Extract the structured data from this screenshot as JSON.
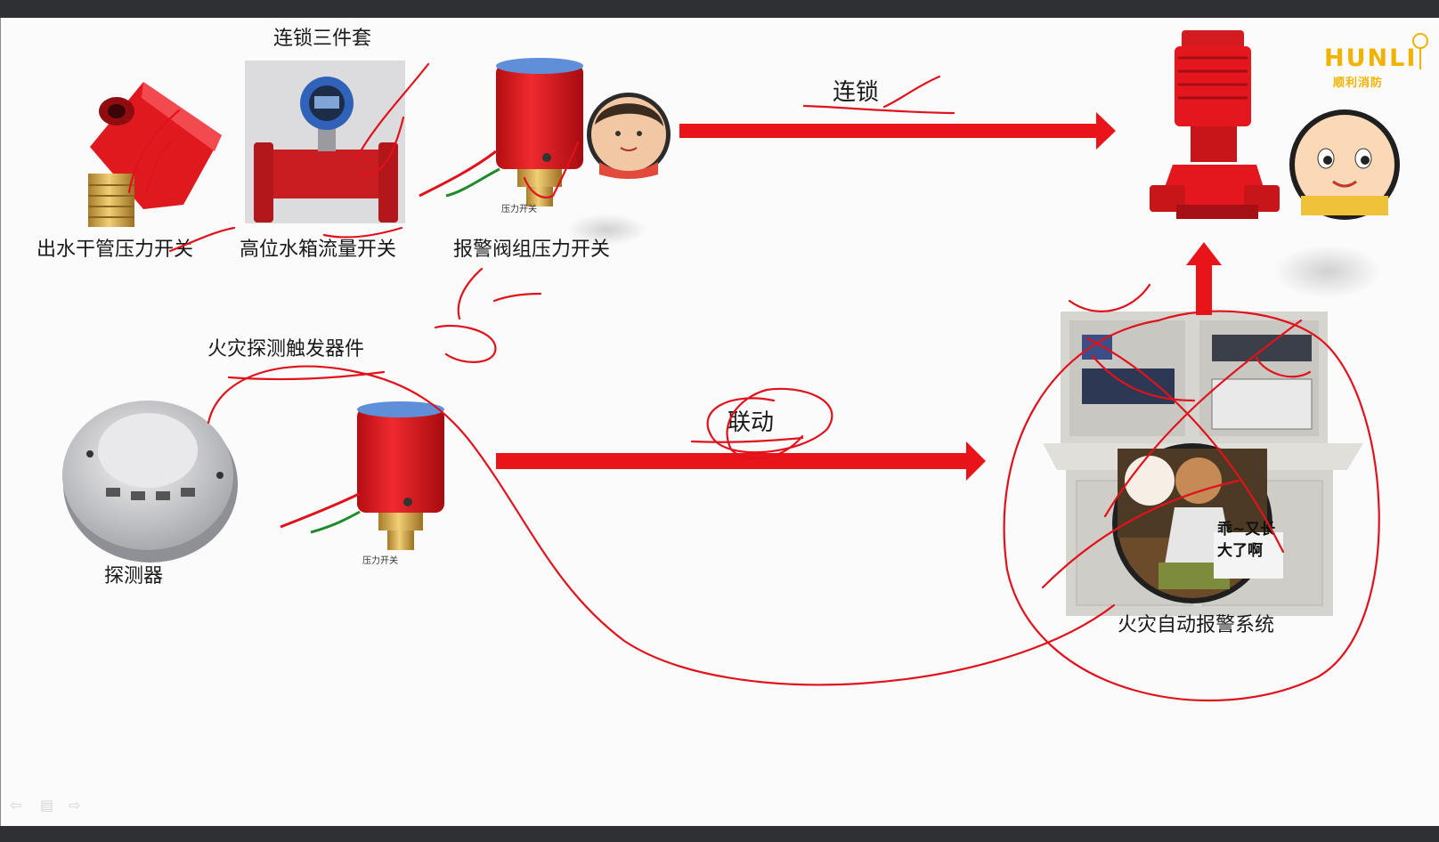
{
  "slide": {
    "logo": {
      "brand": "HUNLI",
      "subtitle": "顺利消防"
    },
    "top_row": {
      "group_title": "连锁三件套",
      "items": [
        "出水干管压力开关",
        "高位水箱流量开关",
        "报警阀组压力开关"
      ],
      "device_tag": "压力开关"
    },
    "arrows": {
      "interlock": "连锁",
      "linkage": "联动"
    },
    "bottom_row": {
      "trigger_title": "火灾探测触发器件",
      "detector": "探测器",
      "device_tag": "压力开关"
    },
    "system_label": "火灾自动报警系统",
    "cartoon_bubble": {
      "line1": "乖~又长",
      "line2": "大了啊"
    },
    "colors": {
      "accent_red": "#e8141a",
      "annotation_red": "#e0121c",
      "logo_gold": "#f2b200"
    }
  },
  "navigation": {
    "prev_icon": "arrow-left-icon",
    "menu_icon": "menu-icon",
    "next_icon": "arrow-right-icon"
  }
}
